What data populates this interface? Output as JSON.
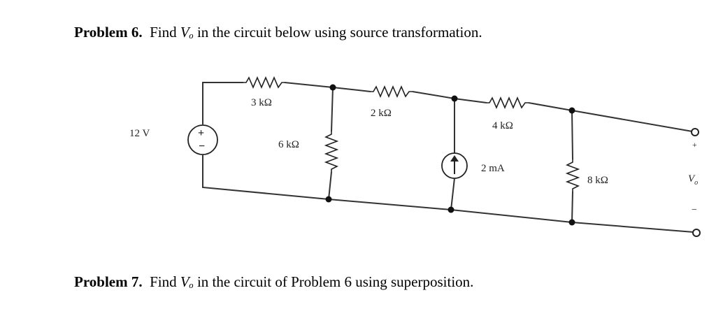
{
  "problem6": {
    "label": "Problem 6.",
    "text_before": "Find ",
    "vo_symbol": "Vₒ",
    "text_after": " in the circuit below using source transformation."
  },
  "problem7": {
    "label": "Problem 7.",
    "text_before": "Find ",
    "vo_symbol": "Vₒ",
    "text_after": " in the circuit of Problem 6 using superposition."
  },
  "circuit": {
    "voltage_source_label": "12 V",
    "plus_sign": "+",
    "minus_sign": "−",
    "r1_label": "3 kΩ",
    "r2_label": "6 kΩ",
    "r3_label": "2 kΩ",
    "current_source_label": "2 mA",
    "r4_label": "4 kΩ",
    "r5_label": "8 kΩ",
    "output_label": "V",
    "output_subscript": "o",
    "output_plus": "+",
    "output_minus": "−"
  }
}
